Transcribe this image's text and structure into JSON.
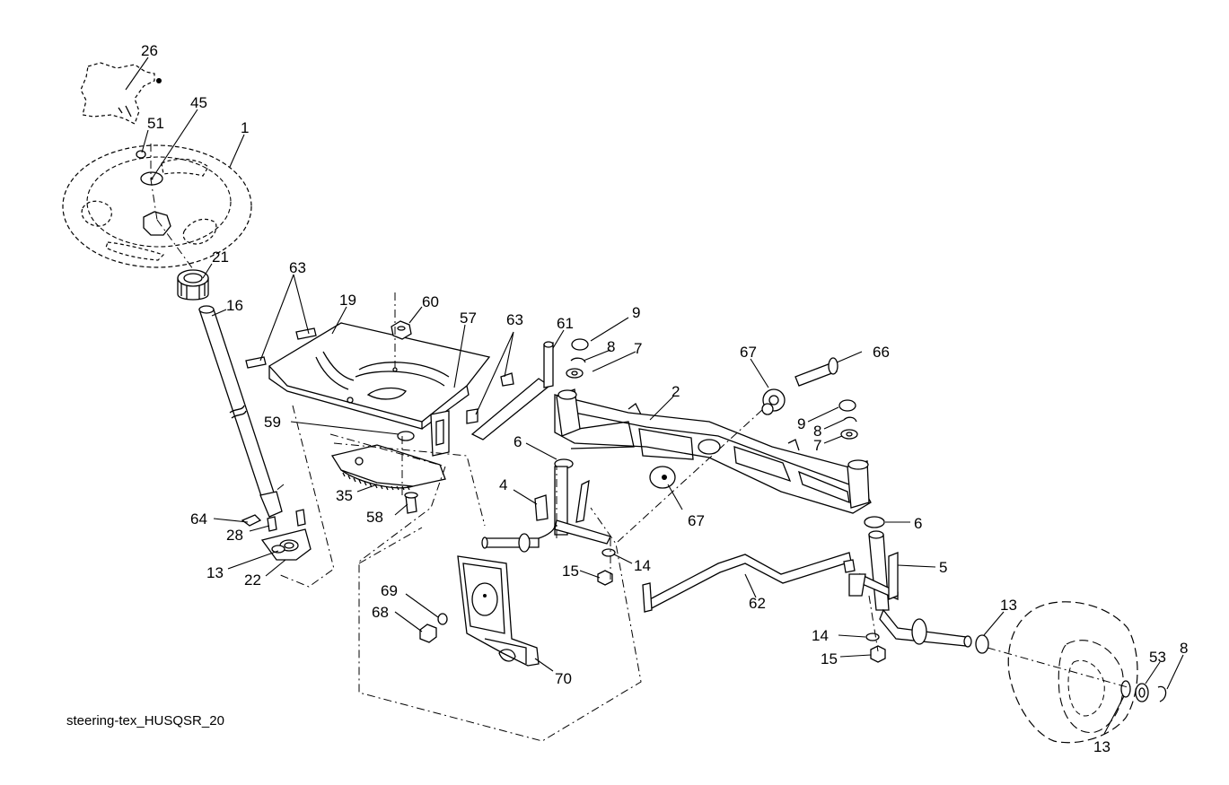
{
  "caption": "steering-tex_HUSQSR_20",
  "callouts": {
    "c26": "26",
    "c45": "45",
    "c51": "51",
    "c1": "1",
    "c21": "21",
    "c16": "16",
    "c63a": "63",
    "c19": "19",
    "c60": "60",
    "c57": "57",
    "c63b": "63",
    "c61": "61",
    "c9a": "9",
    "c8a": "8",
    "c7a": "7",
    "c67a": "67",
    "c66": "66",
    "c2": "2",
    "c9b": "9",
    "c8b": "8",
    "c7b": "7",
    "c59": "59",
    "c6a": "6",
    "c4": "4",
    "c35": "35",
    "c58": "58",
    "c64": "64",
    "c28": "28",
    "c13a": "13",
    "c22": "22",
    "c67b": "67",
    "c6b": "6",
    "c5": "5",
    "c15a": "15",
    "c14a": "14",
    "c62": "62",
    "c69": "69",
    "c68": "68",
    "c70": "70",
    "c14b": "14",
    "c15b": "15",
    "c13b": "13",
    "c53": "53",
    "c8c": "8",
    "c13c": "13"
  }
}
